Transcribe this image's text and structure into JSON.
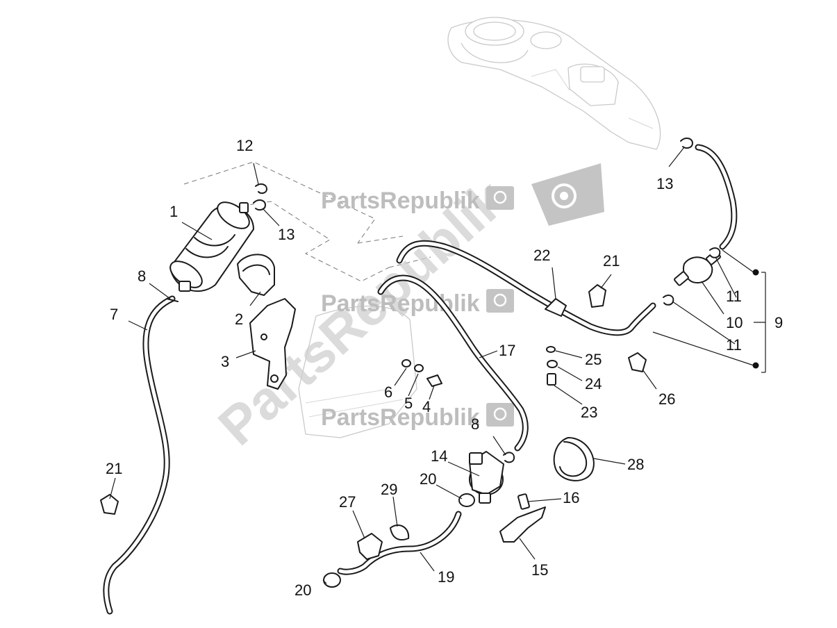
{
  "watermark": {
    "brand": "PartsRepublik",
    "diagonal": "PartsRepublik",
    "gear_icon": "gear-icon"
  },
  "callouts": {
    "c1": "1",
    "c2": "2",
    "c3": "3",
    "c4": "4",
    "c5": "5",
    "c6": "6",
    "c7": "7",
    "c8a": "8",
    "c8b": "8",
    "c9": "9",
    "c10": "10",
    "c11a": "11",
    "c11b": "11",
    "c12": "12",
    "c13a": "13",
    "c13b": "13",
    "c14": "14",
    "c15": "15",
    "c16": "16",
    "c17": "17",
    "c19": "19",
    "c20a": "20",
    "c20b": "20",
    "c21a": "21",
    "c21b": "21",
    "c22": "22",
    "c23": "23",
    "c24": "24",
    "c25": "25",
    "c26": "26",
    "c27": "27",
    "c28": "28",
    "c29": "29"
  }
}
